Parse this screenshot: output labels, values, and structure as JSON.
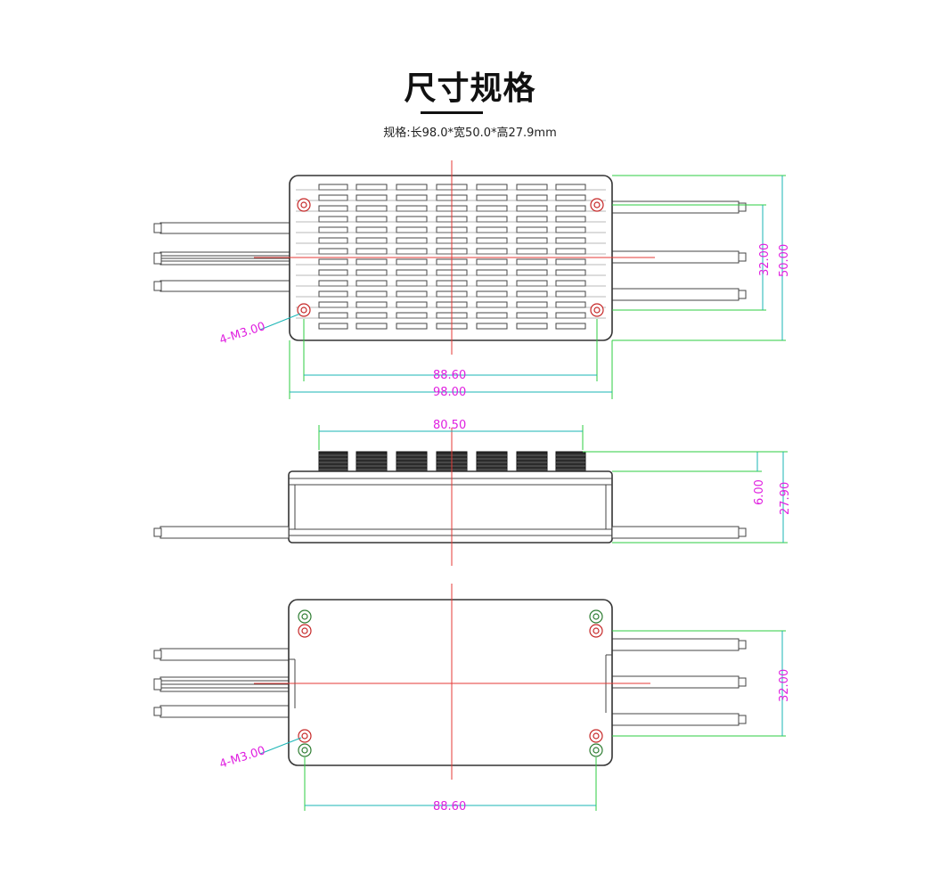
{
  "header": {
    "title": "尺寸规格",
    "spec": "规格:长98.0*宽50.0*高27.9mm"
  },
  "top_view": {
    "length": "98.00",
    "hole_spacing": "88.60",
    "width": "50.00",
    "wire_spacing": "32.00",
    "holes": "4-M3.00"
  },
  "side_view": {
    "fin_span": "80.50",
    "fin_height": "6.00",
    "height": "27.90"
  },
  "bottom_view": {
    "hole_spacing": "88.60",
    "wire_spacing": "32.00",
    "holes": "4-M3.00"
  },
  "colors": {
    "dimension_text": "#e020e0",
    "dimension_line": "#2ecc40",
    "centerline": "#e53935"
  }
}
